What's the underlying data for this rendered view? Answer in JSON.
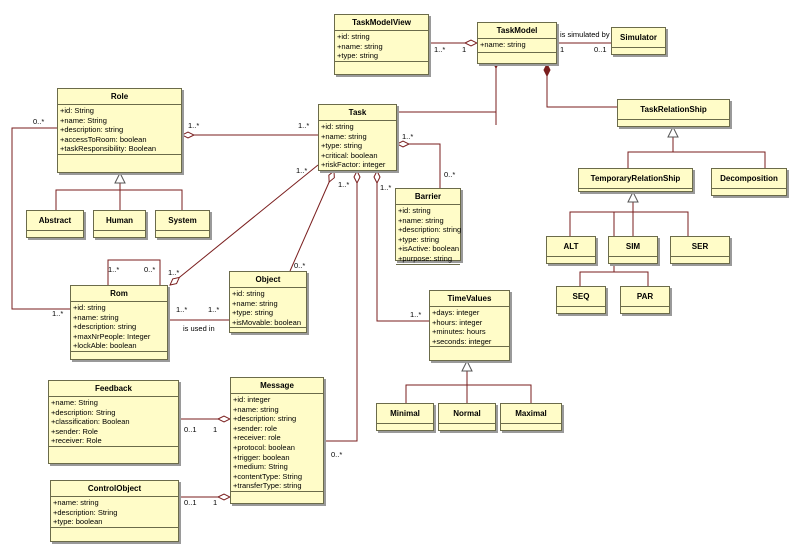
{
  "classes": {
    "task_model_view": {
      "name": "TaskModelView",
      "attrs": [
        "+id: string",
        "+name: string",
        "+type: string"
      ]
    },
    "task_model": {
      "name": "TaskModel",
      "attrs": [
        "+name: string"
      ]
    },
    "simulator": {
      "name": "Simulator"
    },
    "role": {
      "name": "Role",
      "attrs": [
        "+id: String",
        "+name: String",
        "+description: string",
        "+accessToRoom: boolean",
        "+taskResponsibility: Boolean"
      ]
    },
    "task": {
      "name": "Task",
      "attrs": [
        "+id: string",
        "+name: string",
        "+type: string",
        "+critical: boolean",
        "+riskFactor: integer"
      ]
    },
    "task_relationship": {
      "name": "TaskRelationShip"
    },
    "abstract": {
      "name": "Abstract"
    },
    "human": {
      "name": "Human"
    },
    "system": {
      "name": "System"
    },
    "barrier": {
      "name": "Barrier",
      "attrs": [
        "+id: string",
        "+name: string",
        "+description: string",
        "+type: string",
        "+isActive: boolean",
        "+purpose: string"
      ]
    },
    "temporary_relationship": {
      "name": "TemporaryRelationShip"
    },
    "decomposition": {
      "name": "Decomposition"
    },
    "alt": {
      "name": "ALT"
    },
    "sim": {
      "name": "SIM"
    },
    "ser": {
      "name": "SER"
    },
    "seq": {
      "name": "SEQ"
    },
    "par": {
      "name": "PAR"
    },
    "rom": {
      "name": "Rom",
      "attrs": [
        "+id: string",
        "+name: string",
        "+description: string",
        "+maxNrPeople: Integer",
        "+lockAble: boolean"
      ]
    },
    "object": {
      "name": "Object",
      "attrs": [
        "+id: string",
        "+name: string",
        "+type: string",
        "+isMovable: boolean"
      ]
    },
    "time_values": {
      "name": "TimeValues",
      "attrs": [
        "+days: integer",
        "+hours: integer",
        "+minutes: hours",
        "+seconds: integer"
      ]
    },
    "minimal": {
      "name": "Minimal"
    },
    "normal": {
      "name": "Normal"
    },
    "maximal": {
      "name": "Maximal"
    },
    "feedback": {
      "name": "Feedback",
      "attrs": [
        "+name: String",
        "+description: String",
        "+classification: Boolean",
        "+sender: Role",
        "+receiver: Role"
      ]
    },
    "message": {
      "name": "Message",
      "attrs": [
        "+id: integer",
        "+name: string",
        "+description: string",
        "+sender: role",
        "+receiver: role",
        "+protocol: boolean",
        "+trigger: boolean",
        "+medium: String",
        "+contentType: String",
        "+transferType: string"
      ]
    },
    "control_object": {
      "name": "ControlObject",
      "attrs": [
        "+name: string",
        "+description: String",
        "+type: boolean"
      ]
    }
  },
  "labels": {
    "is_simulated_by": "is simulated by",
    "is_used_in": "is used in",
    "one": "1",
    "one_star": "1..*",
    "zero_one": "0..1",
    "zero_star": "0..*"
  }
}
